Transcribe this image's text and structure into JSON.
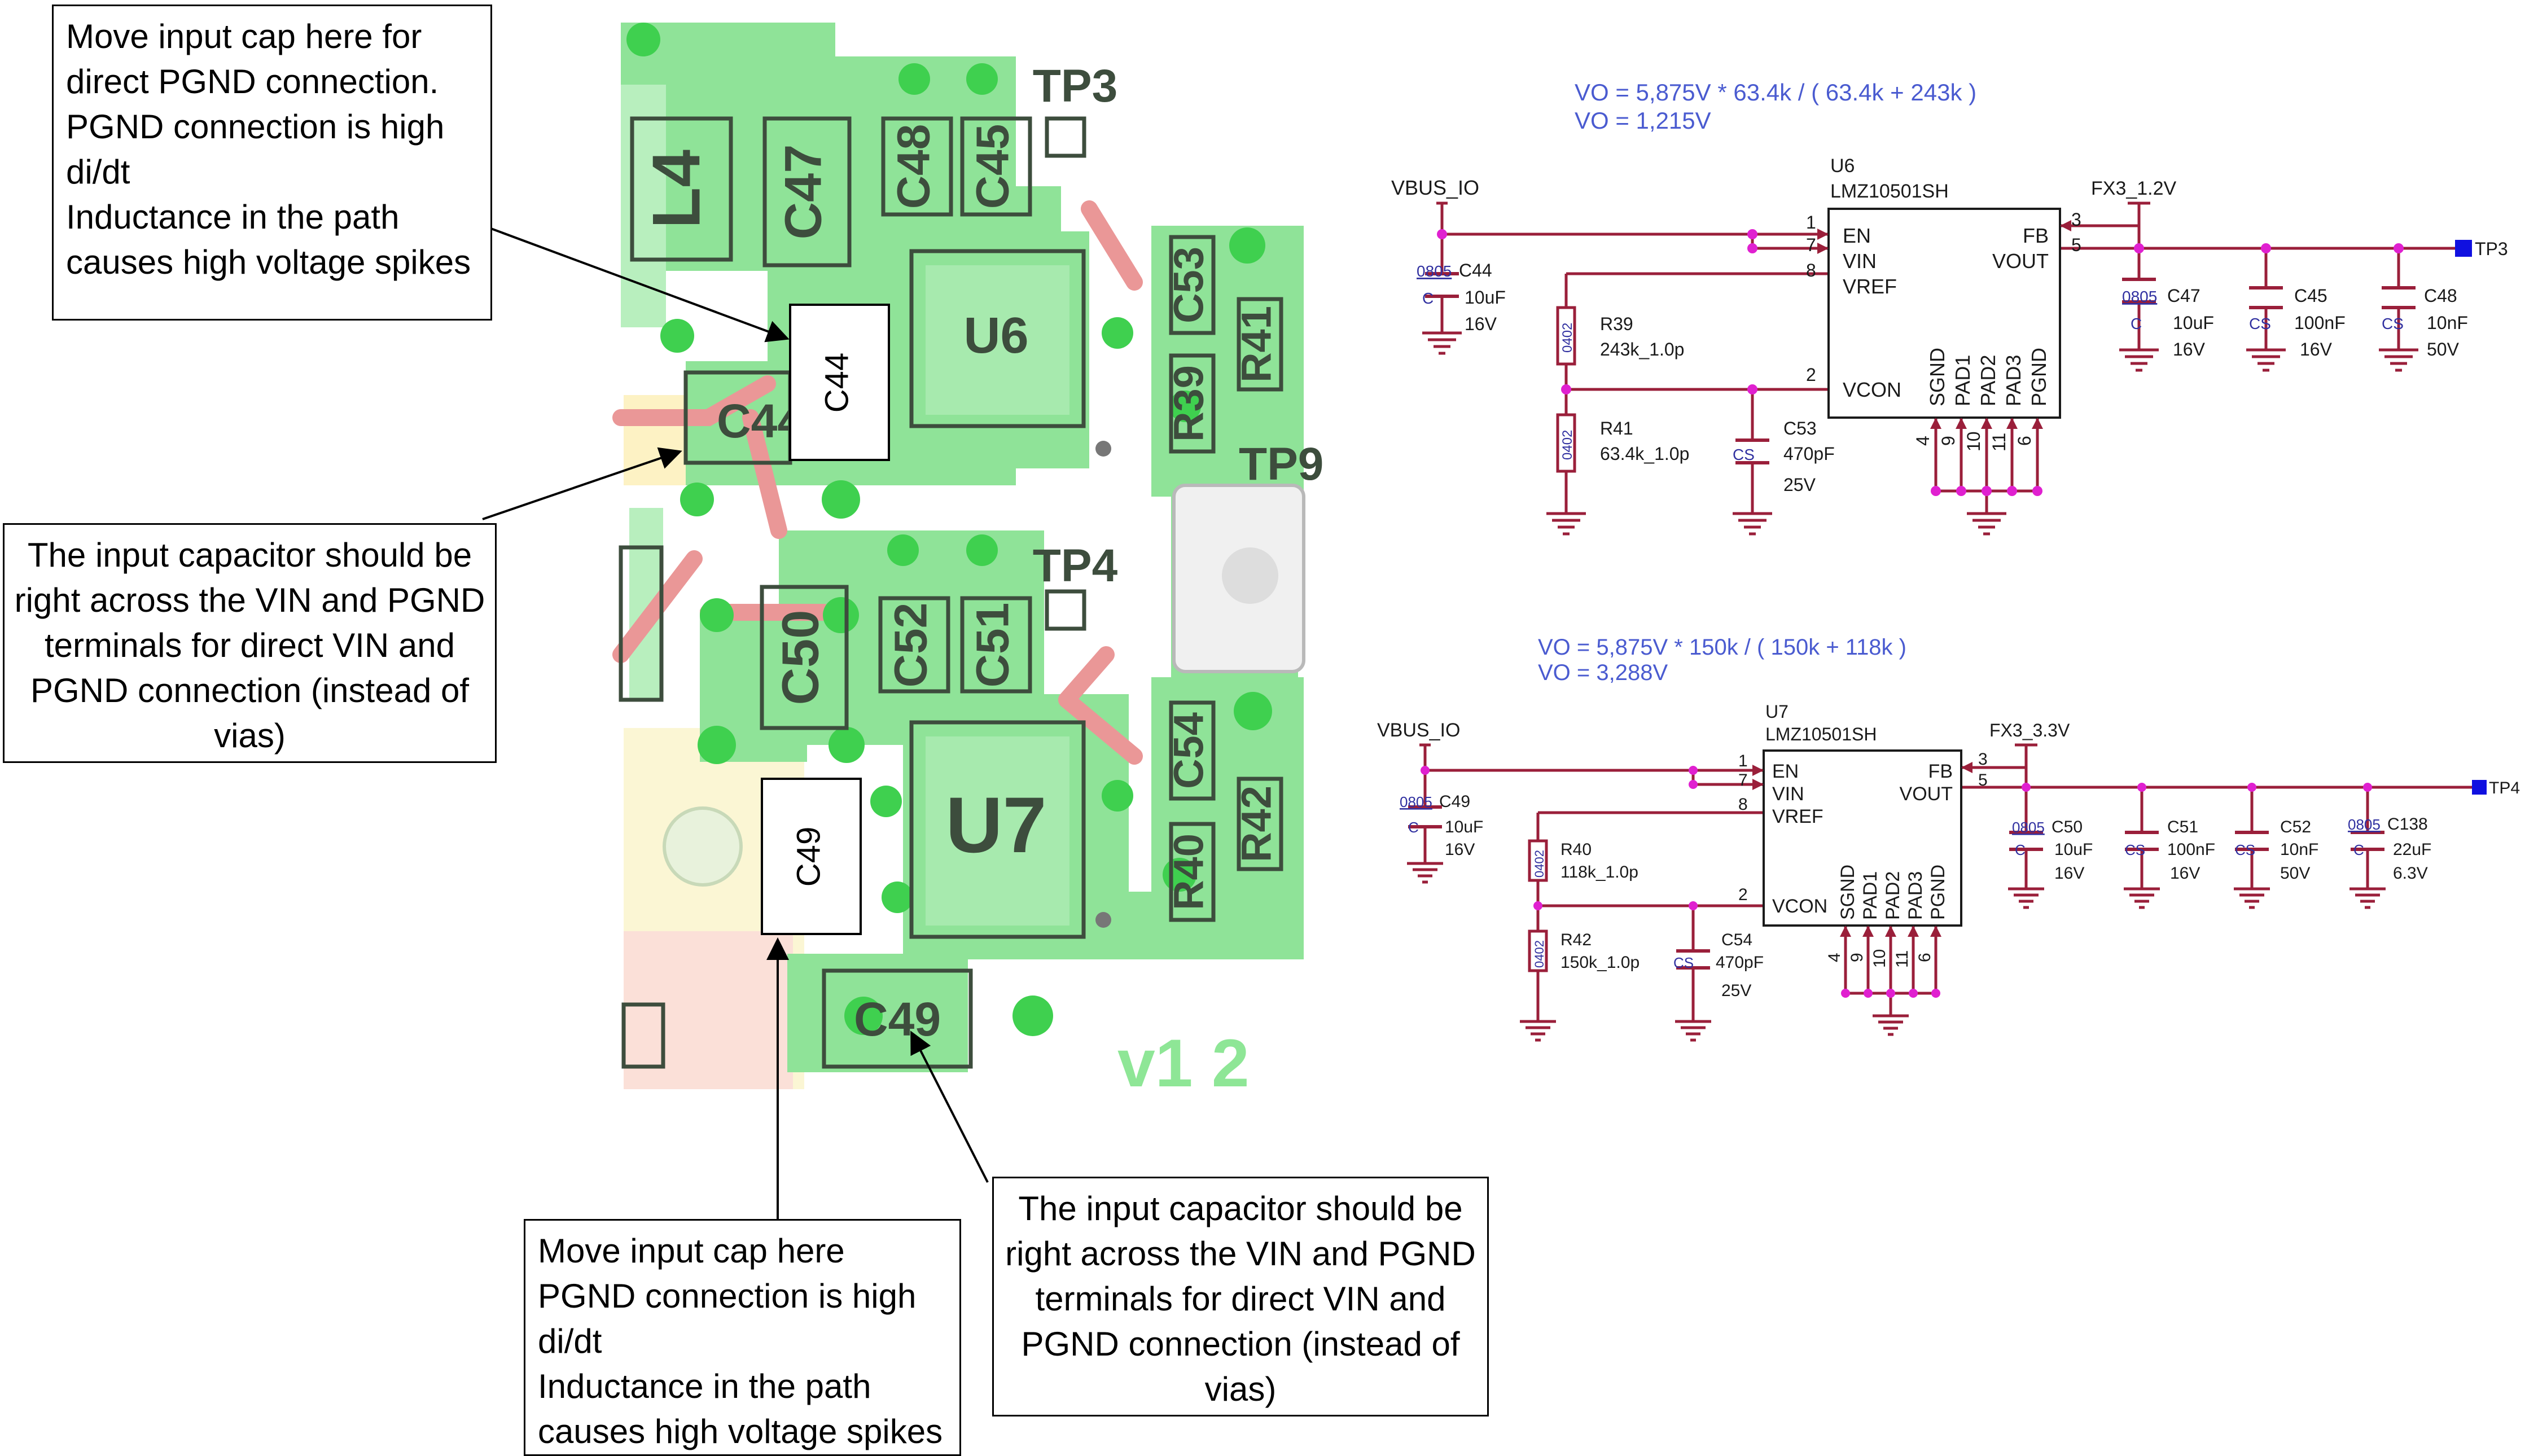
{
  "notes": {
    "top_left": {
      "lines": [
        "Move input cap here for",
        "direct PGND connection.",
        "PGND connection is high",
        "di/dt",
        "Inductance in the path",
        "causes high voltage spikes"
      ]
    },
    "mid_left": {
      "lines": [
        "The input capacitor should be",
        "right across the VIN and PGND",
        "terminals for direct VIN and",
        "PGND connection (instead of",
        "vias)"
      ]
    },
    "bottom_left": {
      "lines": [
        "Move input cap here",
        "PGND connection is high",
        "di/dt",
        "Inductance in the path",
        "causes high voltage spikes"
      ]
    },
    "bottom_right": {
      "lines": [
        "The input capacitor should be",
        "right across the VIN and PGND",
        "terminals for direct VIN and",
        "PGND connection (instead of",
        "vias)"
      ]
    }
  },
  "pcb": {
    "labels": {
      "l4": "L4",
      "c47": "C47",
      "c48": "C48",
      "c45": "C45",
      "tp3": "TP3",
      "u6": "U6",
      "c53": "C53",
      "r41": "R41",
      "r39": "R39",
      "c44": "C44",
      "tp9": "TP9",
      "tp4": "TP4",
      "c50": "C50",
      "c52": "C52",
      "c51": "C51",
      "u7": "U7",
      "c54": "C54",
      "r42": "R42",
      "r40": "R40",
      "c49": "C49",
      "version": "v1 2"
    },
    "callout_c44": "C44",
    "callout_c49": "C49"
  },
  "schematic_top": {
    "formula_1": "VO = 5,875V * 63.4k / ( 63.4k + 243k )",
    "formula_2": "VO = 1,215V",
    "vbus": "VBUS_IO",
    "ref": "U6",
    "part": "LMZ10501SH",
    "net_out": "FX3_1.2V",
    "tp": "TP3",
    "pins_left": [
      {
        "name": "EN",
        "num": "1"
      },
      {
        "name": "VIN",
        "num": "7"
      },
      {
        "name": "VREF",
        "num": "8"
      },
      {
        "name": "VCON",
        "num": "2"
      }
    ],
    "pins_right": [
      {
        "name": "FB",
        "num": "3"
      },
      {
        "name": "VOUT",
        "num": "5"
      }
    ],
    "pins_bottom": [
      {
        "name": "SGND",
        "num": "4"
      },
      {
        "name": "PAD1",
        "num": "9"
      },
      {
        "name": "PAD2",
        "num": "10"
      },
      {
        "name": "PAD3",
        "num": "11"
      },
      {
        "name": "PGND",
        "num": "6"
      }
    ],
    "c_in": {
      "pkg": "0805",
      "ref": "C44",
      "type": "C",
      "value": "10uF",
      "voltage": "16V"
    },
    "r_top": {
      "pkg": "0402",
      "ref": "R39",
      "value": "243k_1.0p"
    },
    "r_bot": {
      "pkg": "0402",
      "ref": "R41",
      "value": "63.4k_1.0p"
    },
    "c_con": {
      "ref": "C53",
      "type": "CS",
      "value": "470pF",
      "voltage": "25V"
    },
    "c_out": [
      {
        "pkg": "0805",
        "ref": "C47",
        "type": "C",
        "value": "10uF",
        "voltage": "16V"
      },
      {
        "pkg": "",
        "ref": "C45",
        "type": "CS",
        "value": "100nF",
        "voltage": "16V"
      },
      {
        "pkg": "",
        "ref": "C48",
        "type": "CS",
        "value": "10nF",
        "voltage": "50V"
      }
    ]
  },
  "schematic_bottom": {
    "formula_1": "VO = 5,875V * 150k / ( 150k + 118k )",
    "formula_2": "VO = 3,288V",
    "vbus": "VBUS_IO",
    "ref": "U7",
    "part": "LMZ10501SH",
    "net_out": "FX3_3.3V",
    "tp": "TP4",
    "pins_left": [
      {
        "name": "EN",
        "num": "1"
      },
      {
        "name": "VIN",
        "num": "7"
      },
      {
        "name": "VREF",
        "num": "8"
      },
      {
        "name": "VCON",
        "num": "2"
      }
    ],
    "pins_right": [
      {
        "name": "FB",
        "num": "3"
      },
      {
        "name": "VOUT",
        "num": "5"
      }
    ],
    "pins_bottom": [
      {
        "name": "SGND",
        "num": "4"
      },
      {
        "name": "PAD1",
        "num": "9"
      },
      {
        "name": "PAD2",
        "num": "10"
      },
      {
        "name": "PAD3",
        "num": "11"
      },
      {
        "name": "PGND",
        "num": "6"
      }
    ],
    "c_in": {
      "pkg": "0805",
      "ref": "C49",
      "type": "C",
      "value": "10uF",
      "voltage": "16V"
    },
    "r_top": {
      "pkg": "0402",
      "ref": "R40",
      "value": "118k_1.0p"
    },
    "r_bot": {
      "pkg": "0402",
      "ref": "R42",
      "value": "150k_1.0p"
    },
    "c_con": {
      "ref": "C54",
      "type": "CS",
      "value": "470pF",
      "voltage": "25V"
    },
    "c_out": [
      {
        "pkg": "0805",
        "ref": "C50",
        "type": "C",
        "value": "10uF",
        "voltage": "16V"
      },
      {
        "pkg": "",
        "ref": "C51",
        "type": "CS",
        "value": "100nF",
        "voltage": "16V"
      },
      {
        "pkg": "",
        "ref": "C52",
        "type": "CS",
        "value": "10nF",
        "voltage": "50V"
      },
      {
        "pkg": "0805",
        "ref": "C138",
        "type": "C",
        "value": "22uF",
        "voltage": "6.3V"
      }
    ]
  },
  "colors": {
    "pcb_green": "#7fe08a",
    "pcb_green_dark": "#3fcf4f",
    "pad_green": "#96e69e",
    "silk": "#3d4d3d",
    "trace_red": "#e89090",
    "schem_wire": "#9a1f3a",
    "schem_text": "#1a1a1a",
    "schem_blue": "#3030a0",
    "formula_blue": "#4a5bd0",
    "junction": "#e020d0",
    "tp_blue": "#1010e0"
  }
}
